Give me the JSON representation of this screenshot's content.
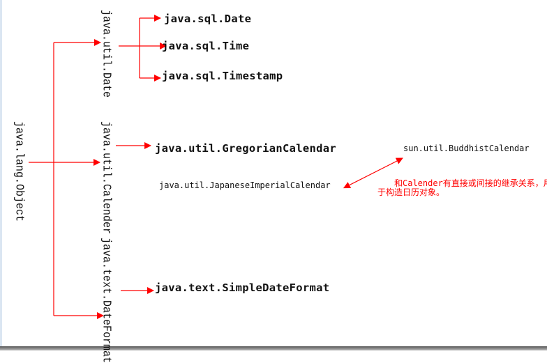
{
  "root": "java.lang.Object",
  "level1": [
    "java.util.Date",
    "java.util.Calender",
    "java.text.DateFormat"
  ],
  "date_children": [
    "java.sql.Date",
    "java.sql.Time",
    "java.sql.Timestamp"
  ],
  "calendar_children": [
    "java.util.GregorianCalendar",
    "sun.util.BuddhistCalendar",
    "java.util.JapaneseImperialCalendar"
  ],
  "format_children": [
    "java.text.SimpleDateFormat"
  ],
  "note": {
    "line1": "和Calender有直接或间接的继承关系，用",
    "line2": "于构造日历对象。"
  },
  "colors": {
    "arrow": "#ff0000",
    "note": "#ff0000"
  }
}
